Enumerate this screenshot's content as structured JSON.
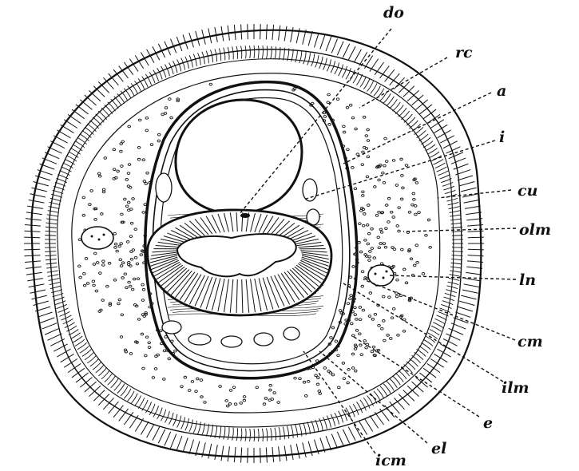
{
  "figure": {
    "labels": {
      "do": "do",
      "rc": "rc",
      "a": "a",
      "i": "i",
      "cu": "cu",
      "olm": "olm",
      "ln": "ln",
      "cm": "cm",
      "ilm": "ilm",
      "e": "e",
      "el": "el",
      "icm": "icm"
    },
    "colors": {
      "ink": "#111111",
      "paper": "#ffffff"
    }
  }
}
